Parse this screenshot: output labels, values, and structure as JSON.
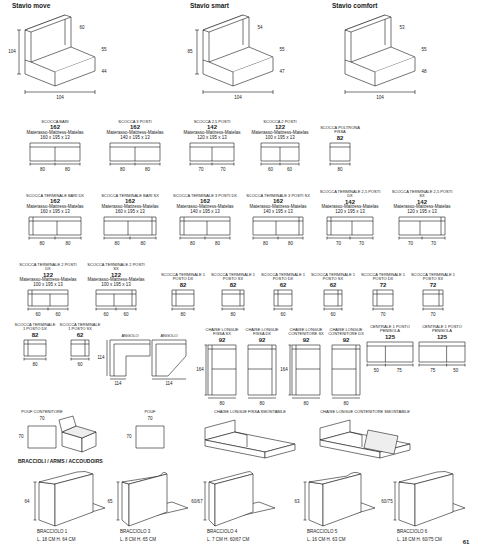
{
  "diagram": {
    "labels": [
      "Stavio move",
      "104",
      "60",
      "55",
      "44",
      "104",
      "Stavio smart",
      "85",
      "54",
      "55",
      "47",
      "104",
      "Stavio comfort",
      "53",
      "55",
      "48",
      "104",
      "SCOCCA BARI",
      "162",
      "Materasso-Mattress-Matelas",
      "160 x 195 x 13",
      "80",
      "80",
      "SCOCCA 3 POSTI",
      "162",
      "Materasso-Mattress-Matelas",
      "140 x 195 x 13",
      "80",
      "80",
      "SCOCCA 2,5 POSTI",
      "142",
      "Materasso-Mattress-Matelas",
      "120 x 195 x 13",
      "70",
      "70",
      "SCOCCA 2 POSTI",
      "122",
      "Materasso-Mattress-Matelas",
      "100 x 195 x 13",
      "60",
      "60",
      "SCOCCA POLTRONA FISSA",
      "82",
      "80",
      "SCOCCA TERMINALE BARI DX",
      "162",
      "Materasso-Mattress-Matelas",
      "160 x 195 x 13",
      "80",
      "80",
      "SCOCCA TERMINALE BARI SX",
      "162",
      "Materasso-Mattress-Matelas",
      "160 x 195 x 13",
      "80",
      "80",
      "SCOCCA TERMINALE 3 POSTI DX",
      "162",
      "Materasso-Mattress-Matelas",
      "140 x 195 x 13",
      "80",
      "80",
      "SCOCCA TERMINALE 3 POSTI SX",
      "162",
      "Materasso-Mattress-Matelas",
      "140 x 195 x 13",
      "80",
      "80",
      "SCOCCA TERMINALE 2,5 POSTI DX",
      "142",
      "Materasso-Mattress-Matelas",
      "120 x 195 x 13",
      "70",
      "70",
      "SCOCCA TERMINALE 2,5 POSTI SX",
      "142",
      "Materasso-Mattress-Matelas",
      "120 x 195 x 13",
      "70",
      "70",
      "SCOCCA TERMINALE 2 POSTI DX",
      "122",
      "Materasso-Mattress-Matelas",
      "100 x 195 x 13",
      "60",
      "60",
      "SCOCCA TERMINALE 2 POSTI SX",
      "122",
      "Materasso-Mattress-Matelas",
      "100 x 195 x 13",
      "60",
      "60",
      "SCOCCA TERMINALE 1 POSTO DX",
      "82",
      "80",
      "SCOCCA TERMINALE 1 POSTO SX",
      "82",
      "80",
      "SCOCCA TERMINALE 1 POSTO DX",
      "62",
      "60",
      "SCOCCA TERMINALE 1 POSTO SX",
      "62",
      "60",
      "SCOCCA TERMINALE 1 POSTO DX",
      "72",
      "70",
      "SCOCCA TERMINALE 1 POSTO SX",
      "72",
      "70",
      "SCOCCA TERMINALE 1 POSTO DX",
      "82",
      "80",
      "SCOCCA TERMINALE 1 POSTO SX",
      "62",
      "60",
      "ANGOLO",
      "114",
      "114",
      "ANGOLO",
      "114",
      "CHAISE LONGUE FISSA SX",
      "92",
      "164",
      "80",
      "CHAISE LONGUE FISSA DX",
      "92",
      "80",
      "CHAISE LONGUE CONTENITORE SX",
      "92",
      "164",
      "80",
      "CHAISE LONGUE CONTENITORE DX",
      "92",
      "80",
      "CENTRALE 1 POSTO PENISOLA",
      "125",
      "50",
      "75",
      "CENTRALE 1 POSTO PENISOLA",
      "125",
      "75",
      "50",
      "POUF CONTENITORE",
      "70",
      "70",
      "POUF",
      "70",
      "70",
      "CHAISE LONGUE FISSA SMONTABILE",
      "CHAISE LONGUE CONTENITORE SMONTABILE",
      "BRACCIOLI / ARMS / ACCOUDOIRS",
      "64",
      "BRACCIOLO 1",
      "L. 18 CM H. 64 CM",
      "65",
      "BRACCIOLO 3",
      "L. 8 CM H. 65 CM",
      "60/67",
      "BRACCIOLO 4",
      "L. 7 CM H. 60/67 CM",
      "63",
      "BRACCIOLO 5",
      "L. 16 CM H. 63 CM",
      "60/75",
      "BRACCIOLO 6",
      "L. 18 CM H. 60/75 CM",
      "61"
    ]
  }
}
